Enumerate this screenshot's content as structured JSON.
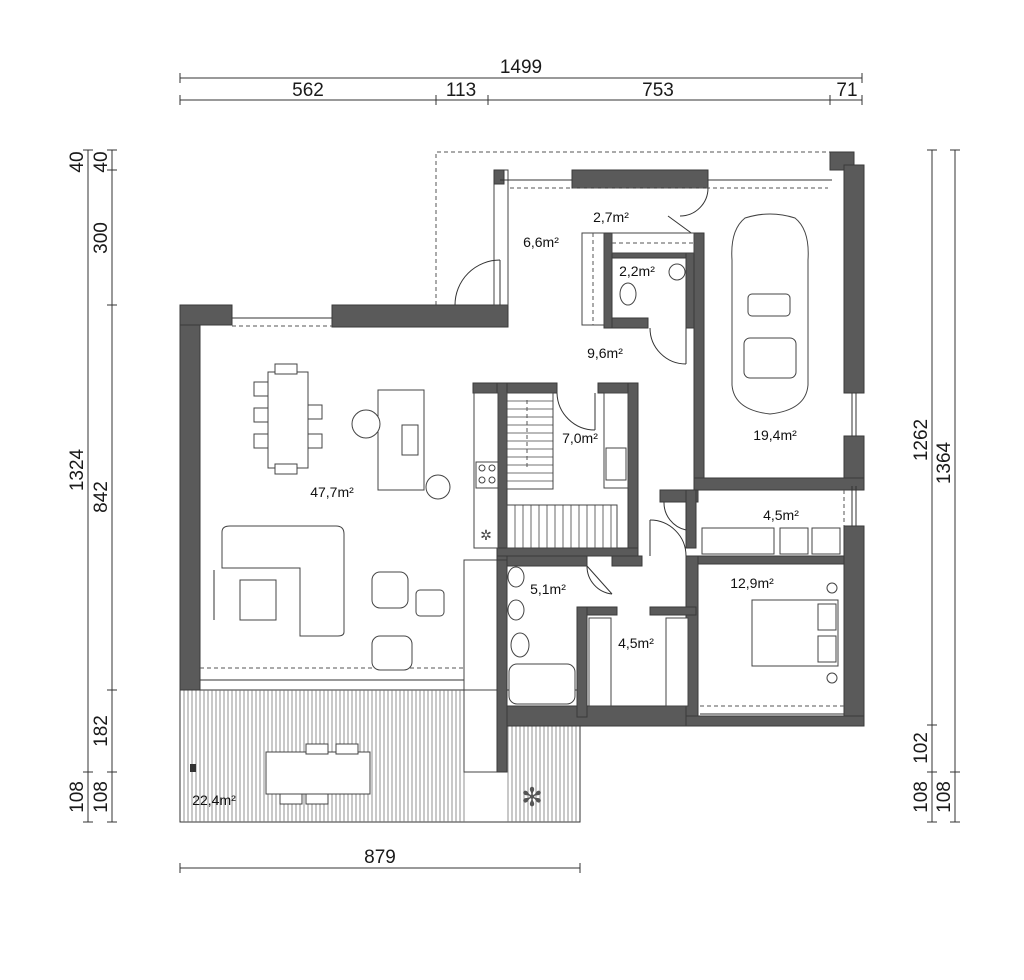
{
  "dimensions": {
    "top_total": "1499",
    "top_1": "562",
    "top_2": "113",
    "top_3": "753",
    "top_4": "71",
    "left_a": "40",
    "left_b": "40",
    "left_c": "300",
    "left_total": "1324",
    "left_d": "842",
    "left_e": "182",
    "left_f": "108",
    "left_g": "108",
    "right_total_a": "1262",
    "right_total_b": "1364",
    "right_a": "102",
    "right_b": "108",
    "right_c": "108",
    "bottom": "879"
  },
  "rooms": {
    "living": "47,7m²",
    "hall_top": "6,6m²",
    "wardrobe_top": "2,7m²",
    "wc_top": "2,2m²",
    "hall": "9,6m²",
    "garage": "19,4m²",
    "kitchen_stair": "7,0m²",
    "laundry": "4,5m²",
    "bedroom": "12,9m²",
    "bathroom": "5,1m²",
    "closet": "4,5m²",
    "terrace": "22,4m²"
  },
  "colors": {
    "wall": "#5a5a5a",
    "line": "#333333"
  }
}
